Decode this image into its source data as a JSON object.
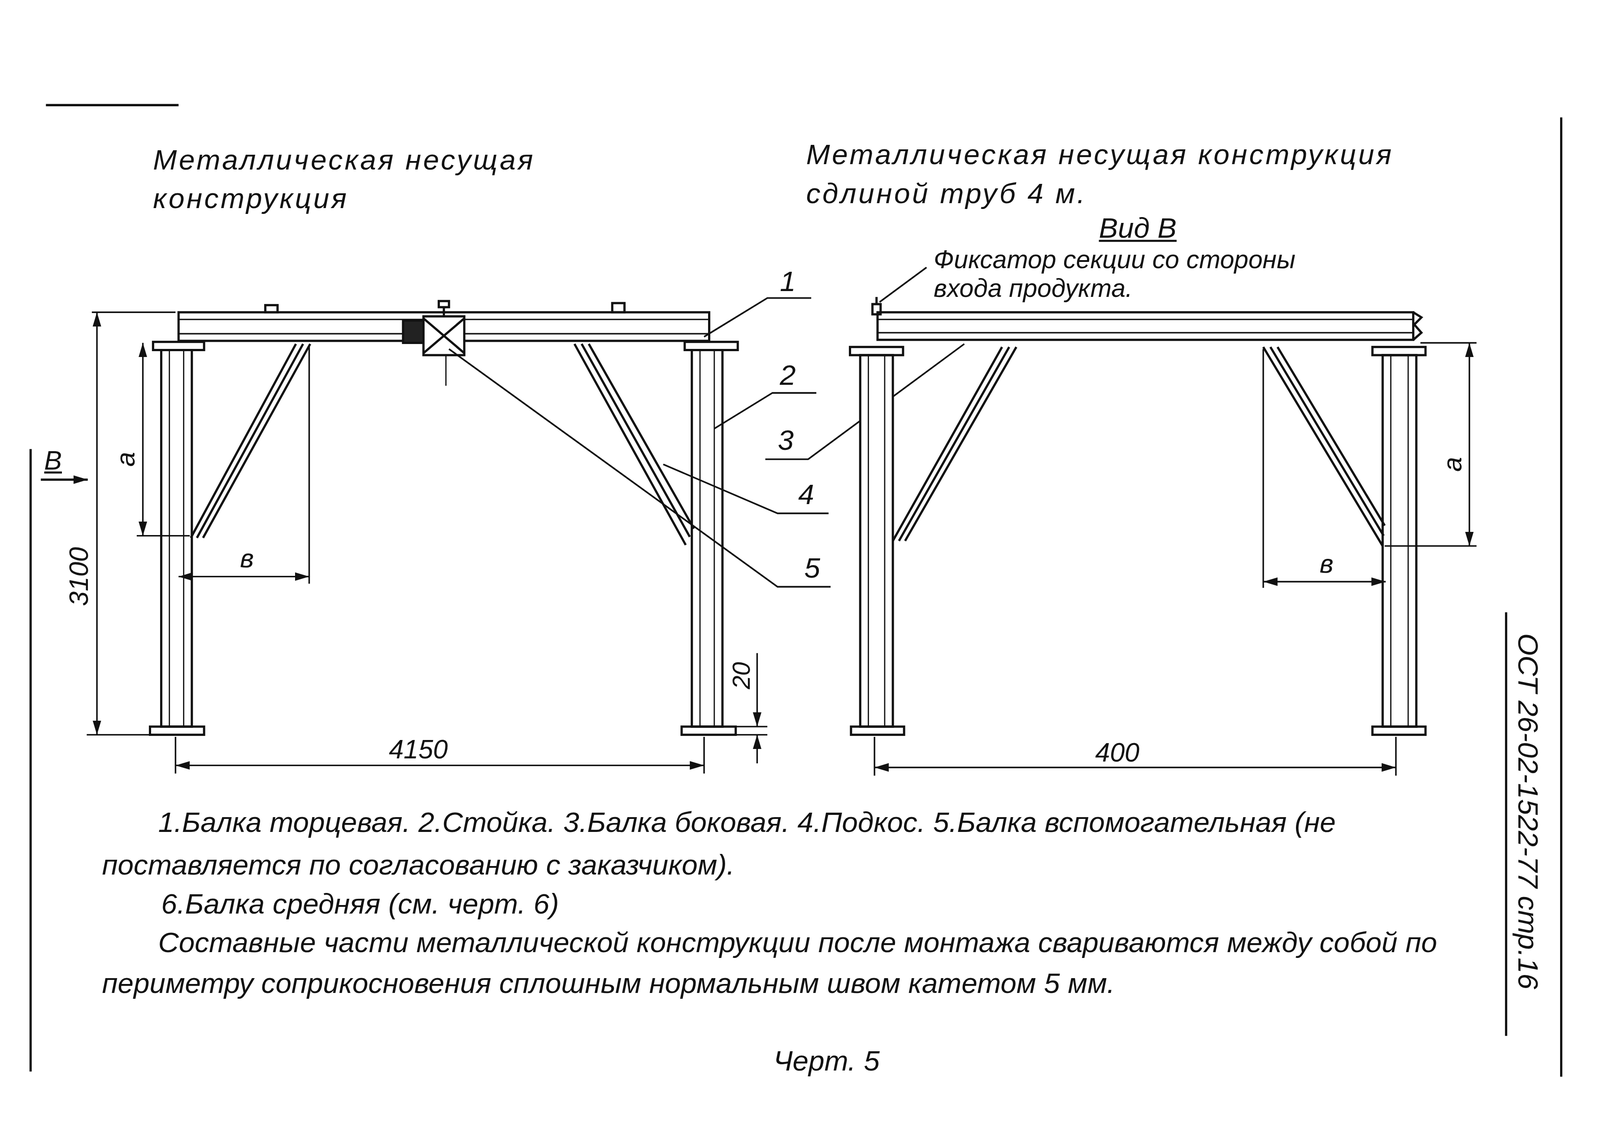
{
  "diagram": {
    "caption": "Черт. 5",
    "labels": [
      "Металлическая несущая конструкция",
      "Металлическая несущая конструкция сдлиной труб 4 м.",
      "Вид В",
      "Фиксатор секции со стороны входа продукта.",
      "1",
      "2",
      "3",
      "4",
      "5",
      "В",
      "а",
      "в",
      "3100",
      "20",
      "4150",
      "а",
      "в",
      "400",
      "1.Балка торцевая. 2.Стойка. 3.Балка боковая. 4.Подкос. 5.Балка вспомогательная (не поставляется по согласованию с заказчиком).",
      "6.Балка средняя (см. черт. 6)",
      "Составные части металлической конструкции после монтажа свариваются между собой по периметру соприкосновения сплошным нормальным швом катетом 5 мм.",
      "ОСТ 26-02-1522-77 стр.16"
    ]
  }
}
